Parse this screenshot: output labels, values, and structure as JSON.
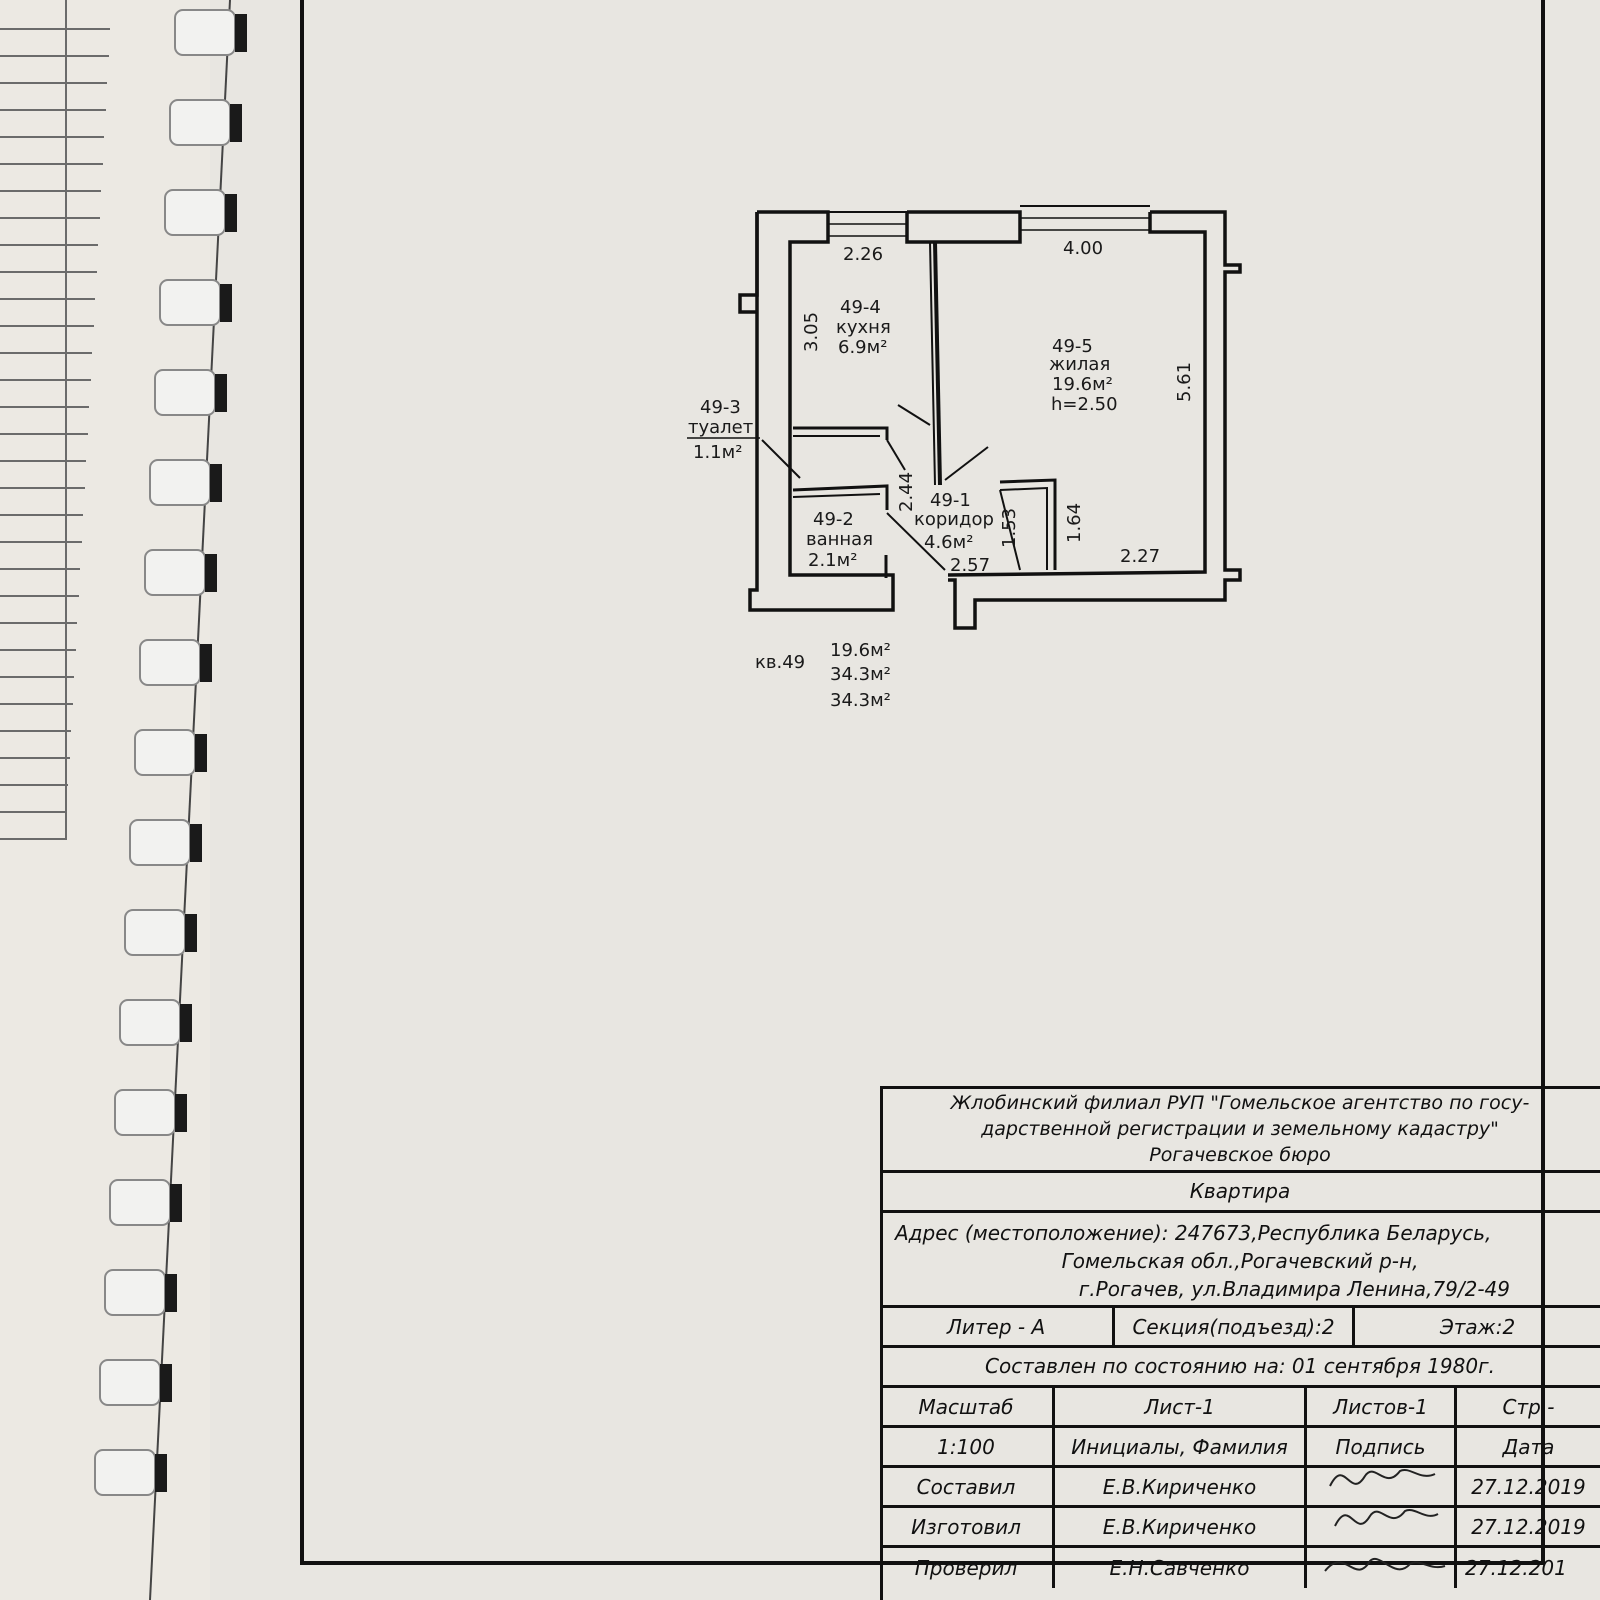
{
  "plan": {
    "rooms": [
      {
        "id": "49-4",
        "name": "кухня",
        "area": "6.9м²"
      },
      {
        "id": "49-5",
        "name": "жилая",
        "area": "19.6м²",
        "height": "h=2.50"
      },
      {
        "id": "49-3",
        "name": "туалет",
        "area": "1.1м²"
      },
      {
        "id": "49-1",
        "name": "коридор",
        "area": "4.6м²"
      },
      {
        "id": "49-2",
        "name": "ванная",
        "area": "2.1м²"
      }
    ],
    "dimensions": [
      "2.26",
      "4.00",
      "3.05",
      "5.61",
      "2.44",
      "1.53",
      "1.64",
      "2.57",
      "2.27"
    ],
    "apartment_label": "кв.49",
    "totals": [
      "19.6м²",
      "34.3м²",
      "34.3м²"
    ]
  },
  "title_block": {
    "org_line1": "Жлобинский филиал РУП \"Гомельское агентство по госу-",
    "org_line2": "дарственной регистрации и земельному кадастру\"",
    "org_line3": "Рогачевское бюро",
    "object": "Квартира",
    "address_line1": "Адрес (местоположение): 247673,Республика Беларусь,",
    "address_line2": "Гомельская обл.,Рогачевский р-н,",
    "address_line3": "г.Рогачев, ул.Владимира Ленина,79/2-49",
    "liter": "Литер - А",
    "section": "Секция(подъезд):2",
    "floor": "Этаж:2",
    "compiled": "Составлен по состоянию на: 01 сентября 1980г.",
    "header": [
      "Масштаб",
      "Лист-1",
      "Листов-1",
      "Стр.-"
    ],
    "subheader": [
      "1:100",
      "Инициалы, Фамилия",
      "Подпись",
      "Дата"
    ],
    "rows": [
      {
        "role": "Составил",
        "name": "Е.В.Кириченко",
        "date": "27.12.2019"
      },
      {
        "role": "Изготовил",
        "name": "Е.В.Кириченко",
        "date": "27.12.2019"
      },
      {
        "role": "Проверил",
        "name": "Е.Н.Савченко",
        "date": "27.12.201"
      }
    ]
  }
}
